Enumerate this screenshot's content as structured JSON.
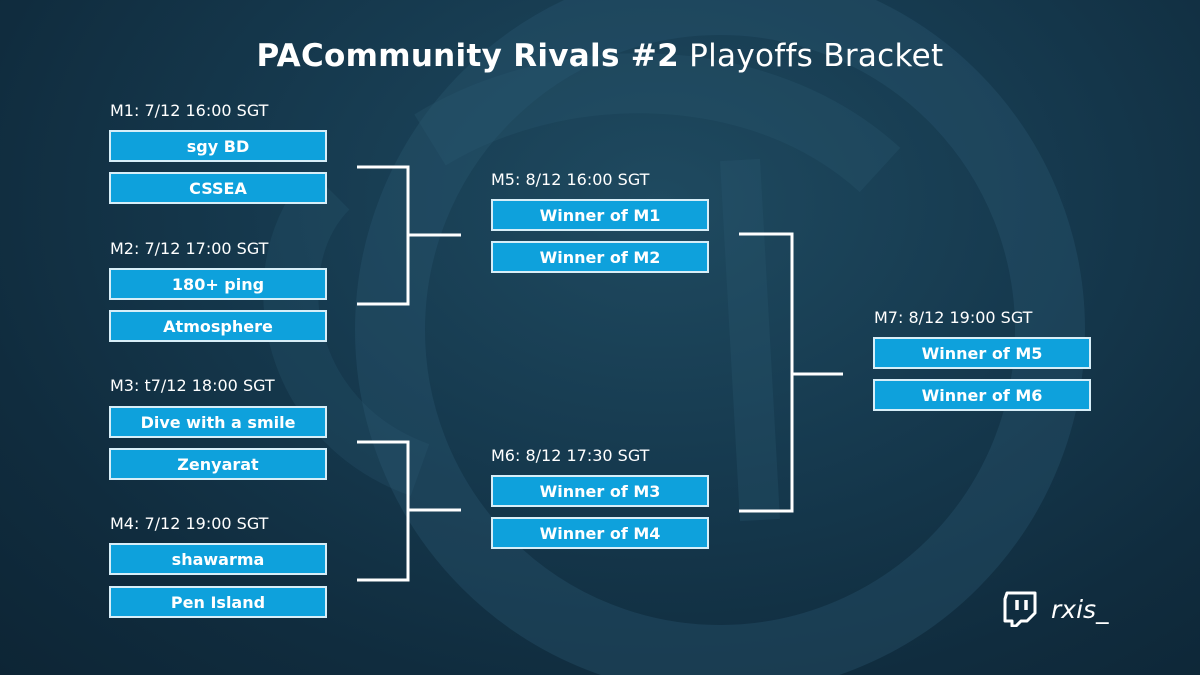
{
  "title": {
    "bold": "PACommunity Rivals #2",
    "light": "Playoffs Bracket"
  },
  "round1": [
    {
      "label": "M1: 7/12 16:00 SGT",
      "teams": [
        "sgy BD",
        "CSSEA"
      ]
    },
    {
      "label": "M2: 7/12 17:00 SGT",
      "teams": [
        "180+ ping",
        "Atmosphere"
      ]
    },
    {
      "label": "M3: t7/12 18:00 SGT",
      "teams": [
        "Dive with a smile",
        "Zenyarat"
      ]
    },
    {
      "label": "M4: 7/12 19:00 SGT",
      "teams": [
        "shawarma",
        "Pen Island"
      ]
    }
  ],
  "round2": [
    {
      "label": "M5: 8/12 16:00 SGT",
      "teams": [
        "Winner of M1",
        "Winner of M2"
      ]
    },
    {
      "label": "M6: 8/12 17:30 SGT",
      "teams": [
        "Winner of M3",
        "Winner of M4"
      ]
    }
  ],
  "final": {
    "label": "M7: 8/12 19:00 SGT",
    "teams": [
      "Winner of M5",
      "Winner of M6"
    ]
  },
  "brand": {
    "name": "rxis_",
    "icon": "twitch-icon"
  },
  "colors": {
    "slot_fill": "#0ea1dc",
    "slot_border": "#d7eef8",
    "background": "#163a4f"
  }
}
